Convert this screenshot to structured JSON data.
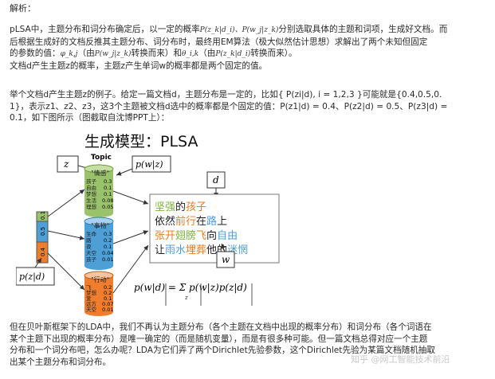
{
  "header": {
    "label": "解析："
  },
  "para1": {
    "line1": "pLSA中，主题分布和词分布确定后，以一定的概率",
    "line1_formula": "P(z_k|d_i)、P(w_j|z_k)",
    "line1b": "分别选取具体的主题和词项，生成好文档。而",
    "line2": "后根据生成好的文档反推其主题分布、词分布时，最终用EM算法（极大似然估计思想）求解出了两个未知但固定",
    "line3a": "的参数的值：",
    "line3_phi": "φ_k,j",
    "line3b": "（由",
    "line3_f1": "P(w_j|z_k)",
    "line3c": "转换而来）和",
    "line3_theta": "θ_i,k",
    "line3d": "（由",
    "line3_f2": "P(z_k|d_i)",
    "line3e": "转换而来）。",
    "line4": "文档d产生主题z的概率，主题z产生单词w的概率都是两个固定的值。"
  },
  "para2": {
    "line1": "举个文档d产生主题z的例子。给定一篇文档d，主题分布是一定的，比如{ P(zi|d), i = 1,2,3 }可能就是{0.4,0.5,0.",
    "line2": "1}，表示z1、z2、z3，这3个主题被文档d选中的概率都是个固定的值：P(z1|d) = 0.4、P(z2|d) = 0.5、P(z3|d) =",
    "line3": "0.1，如下图所示（图截取自沈博PPT上）："
  },
  "figure": {
    "title": "生成模型：PLSA",
    "topic_label": "Topic",
    "z_label": "z",
    "pwz_label": "p(w|z)",
    "d_label": "d",
    "w_label": "w",
    "pzd_label": "p(z|d)",
    "bar_values": [
      "0.1",
      "0.5",
      "0.4"
    ],
    "topics": [
      {
        "name": "\"情感\"",
        "color": "#9ac26a",
        "words": [
          "孩子",
          "自由",
          "梦想",
          "生活",
          "理想"
        ],
        "probs": [
          "0.3",
          "0.1",
          "0.1",
          "0.08",
          "0.05"
        ]
      },
      {
        "name": "\"事物\"",
        "color": "#4d9fd6",
        "words": [
          "生命",
          "路",
          "夜",
          "天空",
          "孩子"
        ],
        "probs": [
          "0.3",
          "0.2",
          "0.1",
          "0.04",
          "0.01"
        ]
      },
      {
        "name": "\"行动\"",
        "color": "#f07d2e",
        "words": [
          "飞",
          "梦想",
          "爱",
          "远方",
          "天空"
        ],
        "probs": [
          "0.2",
          "0.2",
          "0.1",
          "0.07",
          "0.01"
        ]
      }
    ],
    "doc_lines": [
      [
        [
          "坚强",
          "#7cb342"
        ],
        [
          "的",
          "#222"
        ],
        [
          "孩子",
          "#e67e22"
        ]
      ],
      [
        [
          "依然",
          "#222"
        ],
        [
          "前行",
          "#e67e22"
        ],
        [
          "在",
          "#222"
        ],
        [
          "路",
          "#4d9fd6"
        ],
        [
          "上",
          "#222"
        ]
      ],
      [
        [
          "张开",
          "#e67e22"
        ],
        [
          "翅膀",
          "#7cb342"
        ],
        [
          "飞",
          "#e67e22"
        ],
        [
          "向",
          "#222"
        ],
        [
          "自由",
          "#4d9fd6"
        ]
      ],
      [
        [
          "让",
          "#222"
        ],
        [
          "雨水",
          "#4d9fd6"
        ],
        [
          "埋葬",
          "#e67e22"
        ],
        [
          "他的",
          "#222"
        ],
        [
          "迷惘",
          "#4d9fd6"
        ]
      ]
    ],
    "formula": "p(w|d) = Σ p(w|z)p(z|d)",
    "formula_sub": "z"
  },
  "para3": {
    "line1": "但在贝叶斯框架下的LDA中，我们不再认为主题分布（各个主题在文档中出现的概率分布）和词分布（各个词语在",
    "line2": "某个主题下出现的概率分布）是唯一确定的（而是随机变量），而是有很多种可能。但一篇文档总得对应一个主题",
    "line3": "分布和一个词分布吧，怎么办呢？LDA为它们弄了两个Dirichlet先验参数，这个Dirichlet先验为某篇文档随机抽取",
    "line4": "出某个主题分布和词分布。"
  },
  "watermark": "知乎 @网工智能技术前沿"
}
